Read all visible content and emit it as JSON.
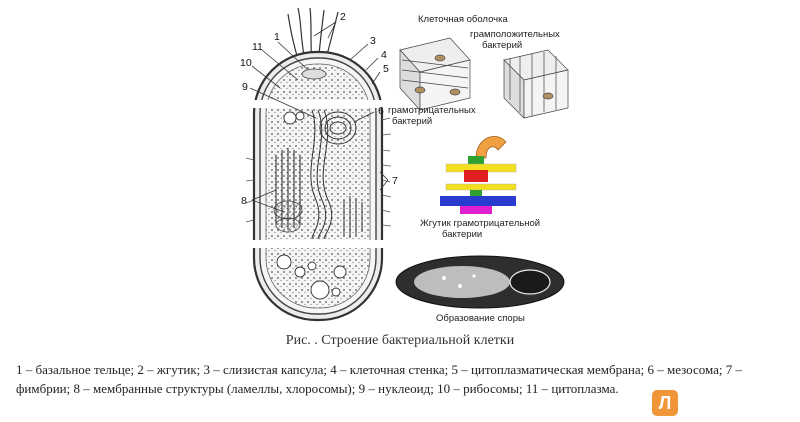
{
  "labels": {
    "cell_wall": "Клеточная оболочка",
    "gram_positive": "грамположительных\nбактерий",
    "gram_negative": "грамотрицательных\nбактерий",
    "flagellum": "Жгутик грамотрицательной\nбактерии",
    "spore": "Образование споры"
  },
  "numbers": {
    "n1": "1",
    "n2": "2",
    "n3": "3",
    "n4": "4",
    "n5": "5",
    "n6": "6",
    "n7": "7",
    "n8": "8",
    "n9": "9",
    "n10": "10",
    "n11": "11"
  },
  "caption": "Рис. . Строение бактериальной клетки",
  "legend": "1 – базальное тельце; 2 – жгутик; 3 – слизистая капсула; 4 – клеточная стенка; 5 – цитоплазматическая мембрана; 6 – мезосома; 7 – фимбрии; 8 – мембранные структуры (ламеллы, хлоросомы); 9 – нуклеоид; 10 – рибосомы; 11 – цитоплазма.",
  "colors": {
    "flag_hook": "#f0a040",
    "flag_ring_red": "#e02020",
    "flag_ring_green": "#30a030",
    "layer_yellow": "#f2e020",
    "layer_blue": "#2a3cd0",
    "layer_magenta": "#e020d0",
    "logo": "#f08a24"
  },
  "logo_letter": "Л"
}
